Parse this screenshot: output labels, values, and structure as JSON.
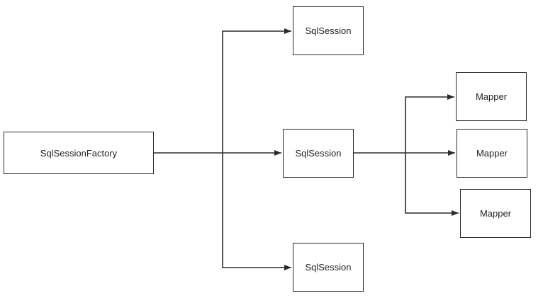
{
  "nodes": {
    "factory": {
      "label": "SqlSessionFactory"
    },
    "session_top": {
      "label": "SqlSession"
    },
    "session_middle": {
      "label": "SqlSession"
    },
    "session_bottom": {
      "label": "SqlSession"
    },
    "mapper_top": {
      "label": "Mapper"
    },
    "mapper_middle": {
      "label": "Mapper"
    },
    "mapper_bottom": {
      "label": "Mapper"
    }
  },
  "edges": [
    {
      "from": "factory",
      "to": "session_top"
    },
    {
      "from": "factory",
      "to": "session_middle"
    },
    {
      "from": "factory",
      "to": "session_bottom"
    },
    {
      "from": "session_middle",
      "to": "mapper_top"
    },
    {
      "from": "session_middle",
      "to": "mapper_middle"
    },
    {
      "from": "session_middle",
      "to": "mapper_bottom"
    }
  ],
  "colors": {
    "stroke": "#2b2b2b",
    "text": "#222222",
    "background": "#ffffff"
  }
}
